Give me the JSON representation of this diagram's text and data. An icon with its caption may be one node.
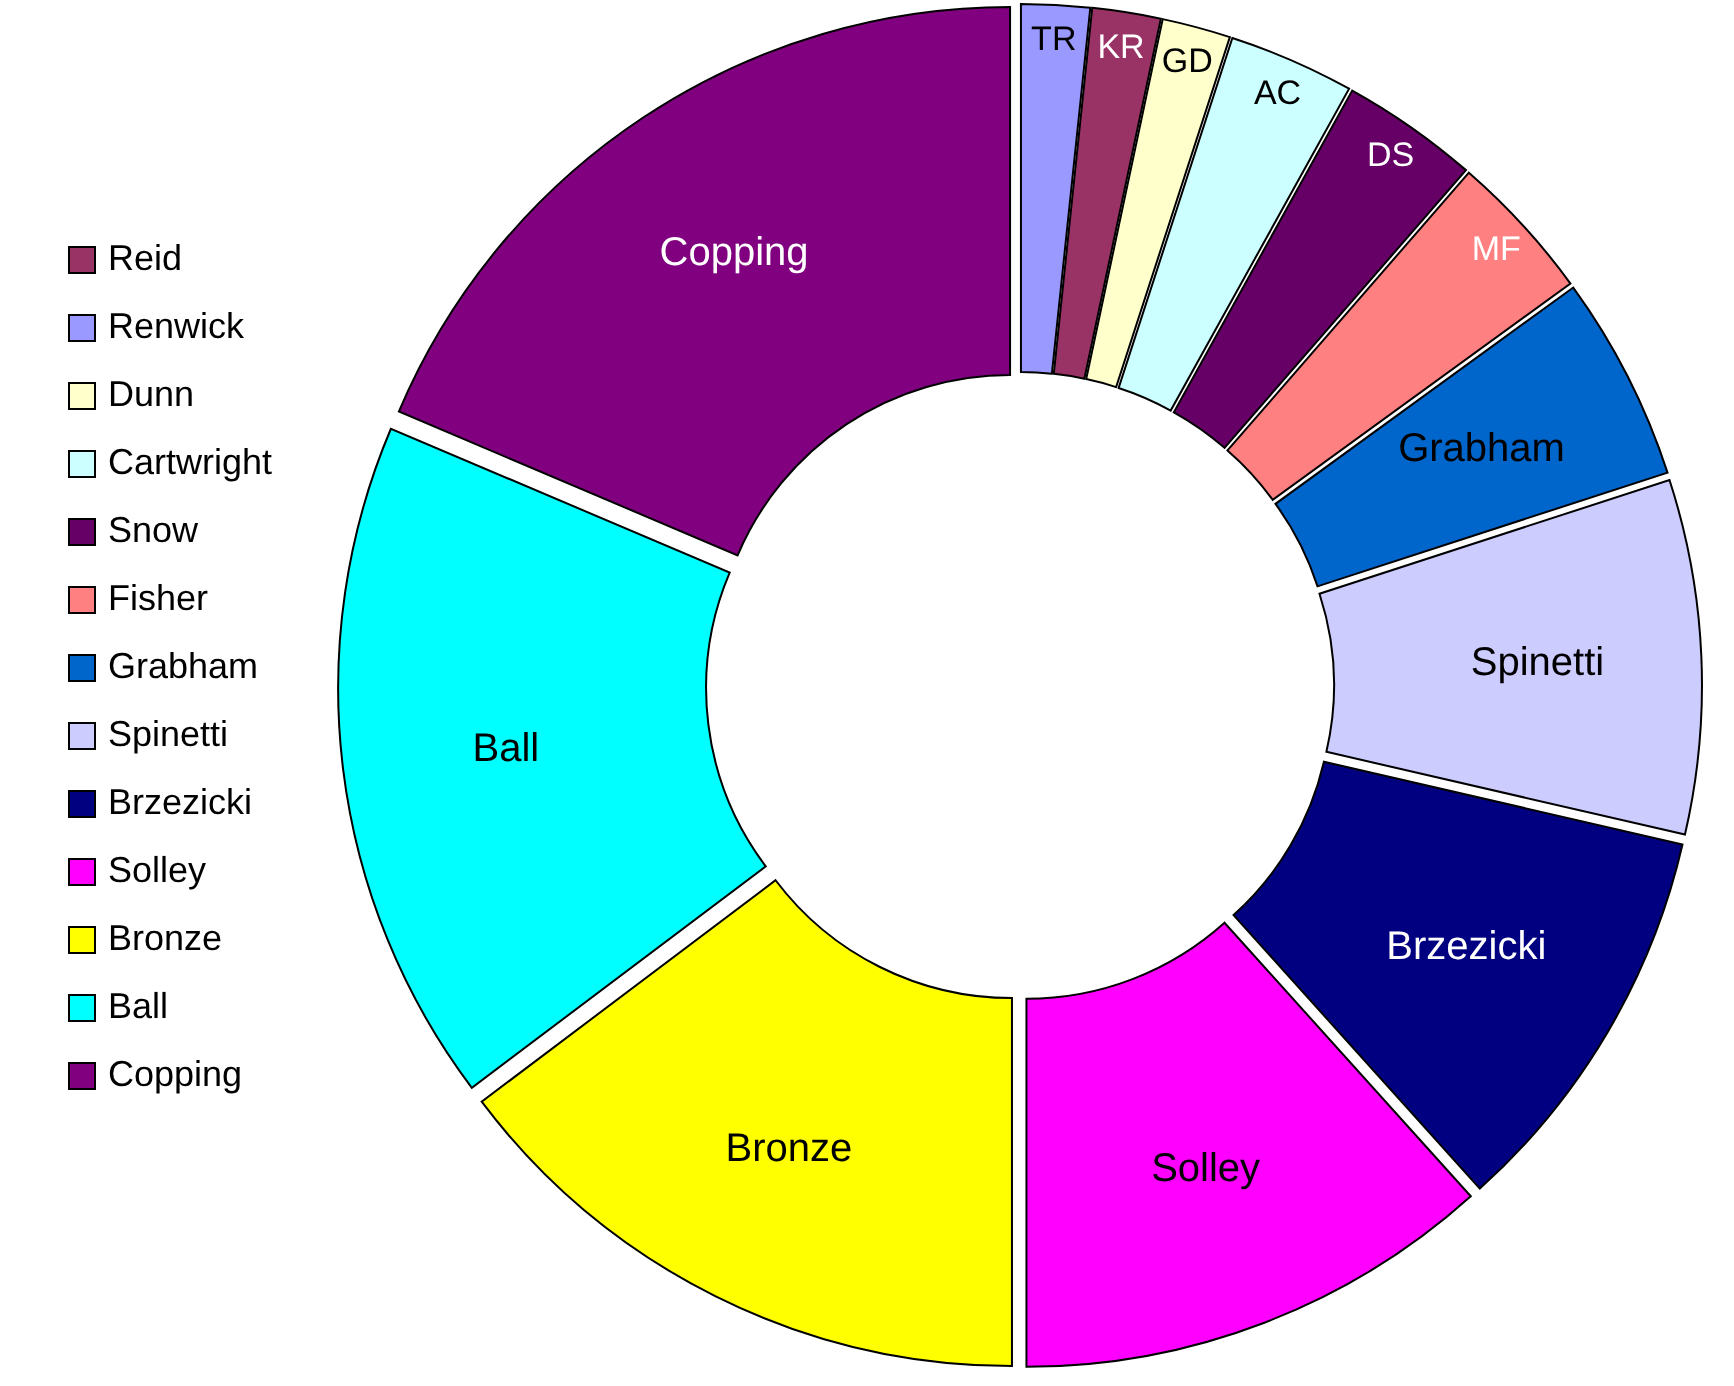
{
  "diagram": {
    "labels": [
      "TR",
      "KR",
      "GD",
      "AC",
      "DS",
      "MF",
      "Grabham",
      "Spinetti",
      "Brzezicki",
      "Solley",
      "Bronze",
      "Ball",
      "Copping"
    ],
    "legend": [
      {
        "text": "Reid",
        "color": "#993366"
      },
      {
        "text": "Renwick",
        "color": "#9999ff"
      },
      {
        "text": "Dunn",
        "color": "#ffffcc"
      },
      {
        "text": "Cartwright",
        "color": "#ccffff"
      },
      {
        "text": "Snow",
        "color": "#660066"
      },
      {
        "text": "Fisher",
        "color": "#ff8080"
      },
      {
        "text": "Grabham",
        "color": "#0066cc"
      },
      {
        "text": "Spinetti",
        "color": "#ccccff"
      },
      {
        "text": "Brzezicki",
        "color": "#000080"
      },
      {
        "text": "Solley",
        "color": "#ff00ff"
      },
      {
        "text": "Bronze",
        "color": "#ffff00"
      },
      {
        "text": "Ball",
        "color": "#00ffff"
      },
      {
        "text": "Copping",
        "color": "#800080"
      }
    ]
  }
}
